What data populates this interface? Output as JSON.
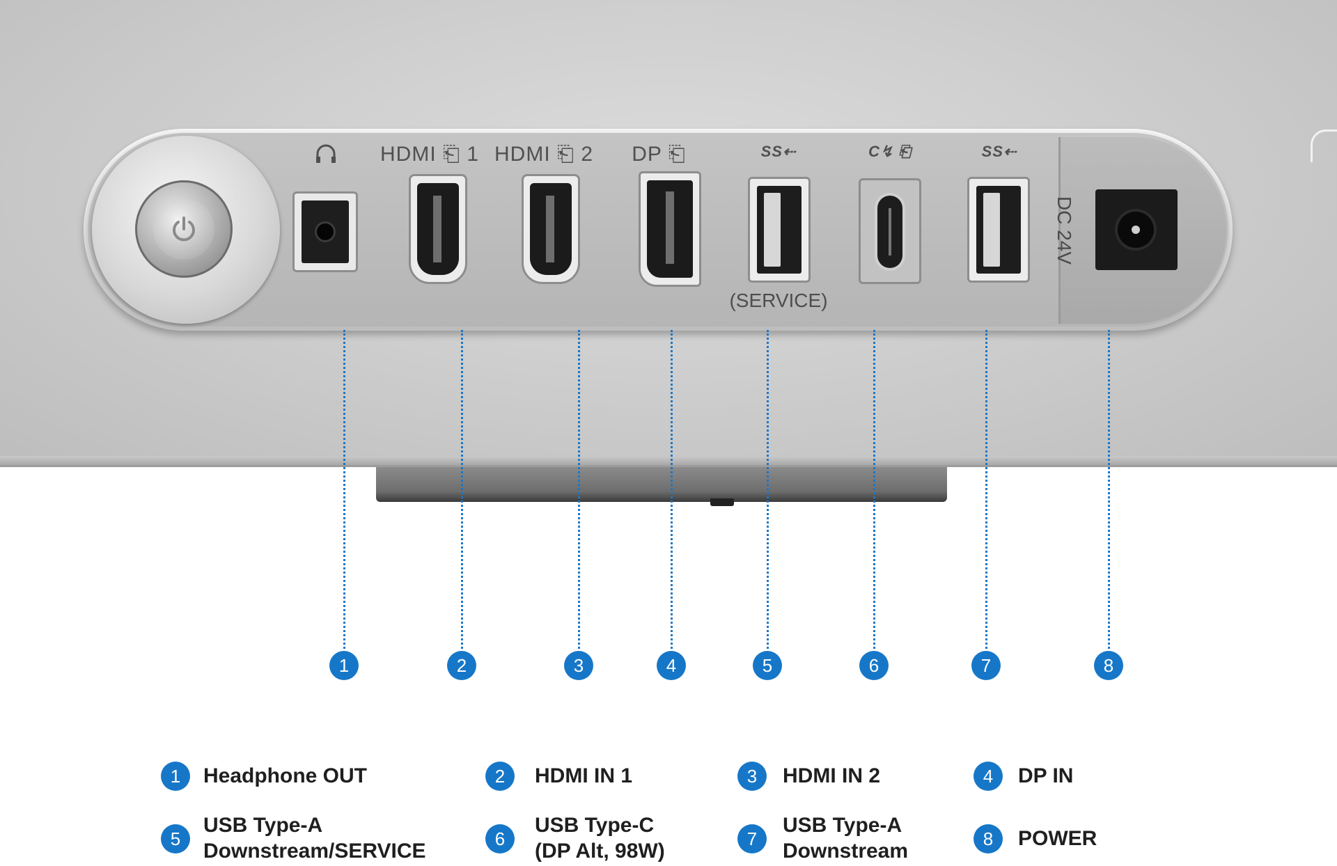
{
  "port_labels": {
    "headphone": "∩",
    "hdmi1": "HDMI ⎗ 1",
    "hdmi2": "HDMI ⎗ 2",
    "dp": "DP ⎗",
    "usb_service": "SS⇠",
    "usbc": "C↯ ⎗",
    "usb_down": "SS⇠",
    "service": "(SERVICE)",
    "dc": "DC 24V"
  },
  "markers": [
    "1",
    "2",
    "3",
    "4",
    "5",
    "6",
    "7",
    "8"
  ],
  "legend": [
    {
      "num": "1",
      "line1": "Headphone OUT",
      "line2": ""
    },
    {
      "num": "2",
      "line1": "HDMI IN 1",
      "line2": ""
    },
    {
      "num": "3",
      "line1": "HDMI IN 2",
      "line2": ""
    },
    {
      "num": "4",
      "line1": "DP IN",
      "line2": ""
    },
    {
      "num": "5",
      "line1": "USB Type-A",
      "line2": "Downstream/SERVICE"
    },
    {
      "num": "6",
      "line1": "USB Type-C",
      "line2": "(DP Alt, 98W)"
    },
    {
      "num": "7",
      "line1": "USB Type-A",
      "line2": "Downstream"
    },
    {
      "num": "8",
      "line1": "POWER",
      "line2": ""
    }
  ],
  "colors": {
    "accent": "#1677c8",
    "panel": "#cfcfcf",
    "text": "#1f1f1f"
  },
  "icons": [
    "power-icon",
    "headphone-icon",
    "hdmi-logo-icon",
    "displayport-logo-icon",
    "usb-superspeed-icon",
    "thunderbolt-icon"
  ]
}
